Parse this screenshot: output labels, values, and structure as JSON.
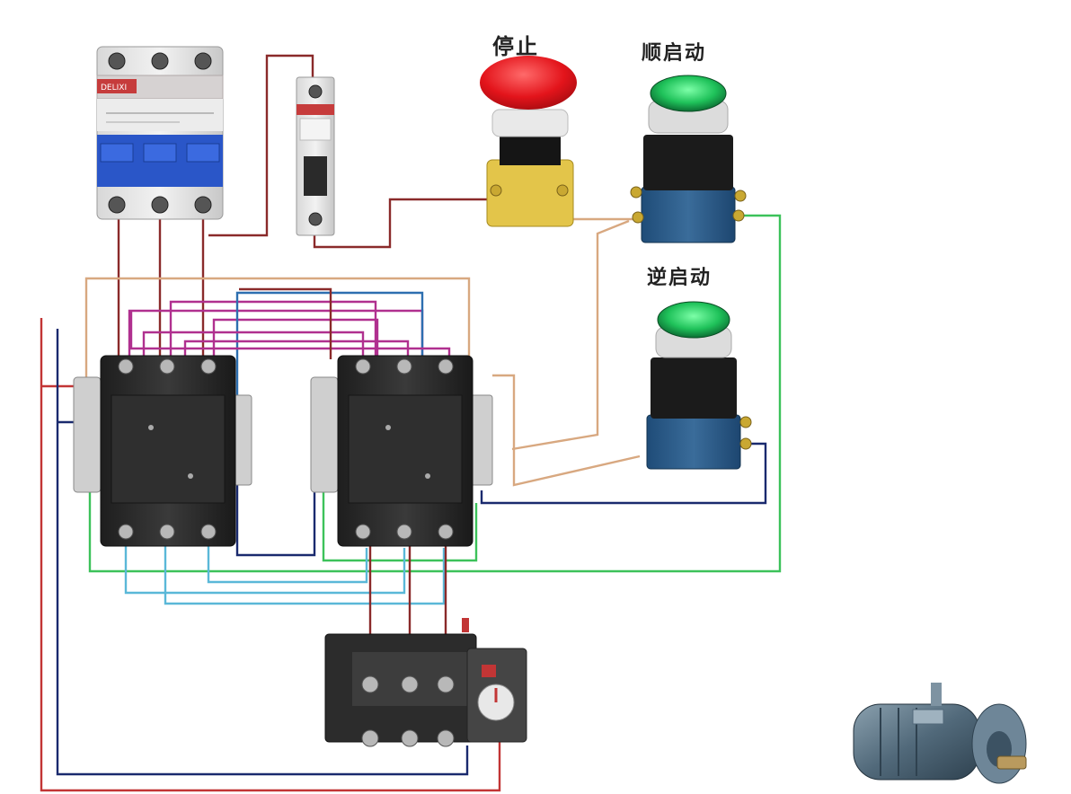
{
  "labels": {
    "stop": "停止",
    "forward_start": "顺启动",
    "reverse_start": "逆启动"
  },
  "breaker_3p": {
    "brand_text": "DELIXI"
  },
  "colors": {
    "wire_brown": "#8a2a2a",
    "wire_magenta": "#b0308f",
    "wire_blue": "#2d6fb0",
    "wire_navy": "#1a2a6e",
    "wire_green": "#3cc25a",
    "wire_cyan": "#5ab8d8",
    "wire_tan": "#d8a880",
    "wire_red": "#c23535",
    "stop_button": "#e3141b",
    "start_button": "#1fc25a",
    "contactor_body": "#2b2b2b",
    "pushbutton_base": "#2c5a8a",
    "breaker_blue": "#2a56c8"
  },
  "icons": {
    "breaker_3p": "three-pole-circuit-breaker-icon",
    "breaker_1p": "single-pole-circuit-breaker-icon",
    "stop_button": "mushroom-emergency-stop-button-icon",
    "start_button": "green-illuminated-pushbutton-icon",
    "contactor": "ac-contactor-icon",
    "thermal_relay": "thermal-overload-relay-icon",
    "motor": "three-phase-motor-icon"
  }
}
